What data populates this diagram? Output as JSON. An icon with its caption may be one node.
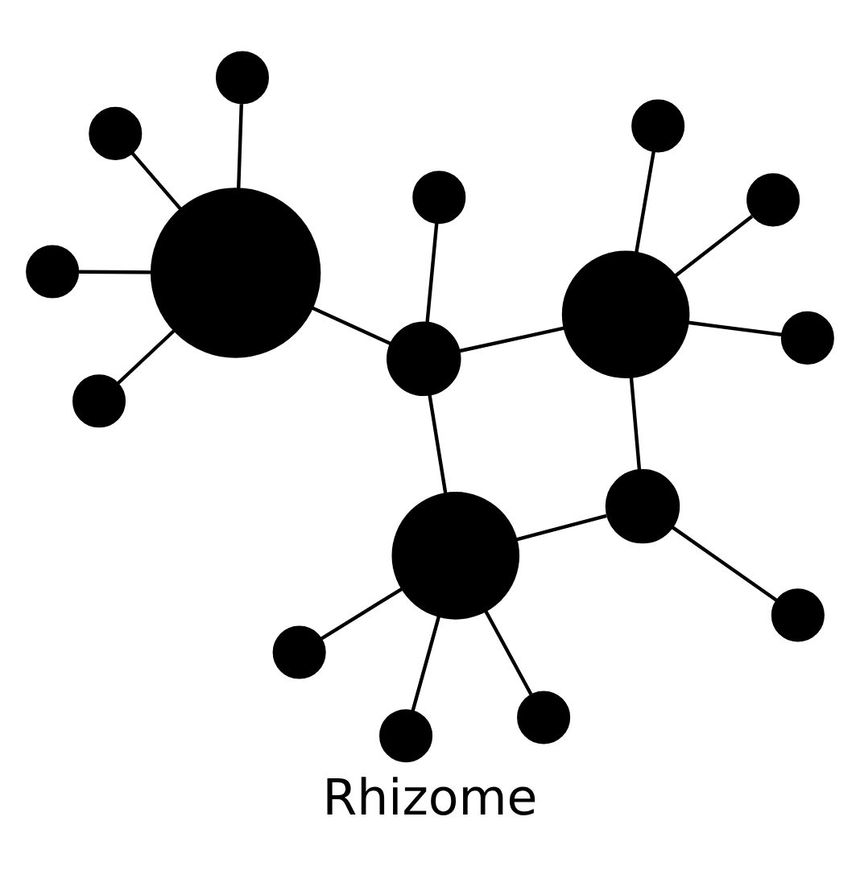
{
  "diagram": {
    "caption": "Rhizome",
    "nodes": [
      {
        "text": [],
        "shape": "circle"
      },
      {
        "text": [],
        "shape": "circle"
      },
      {
        "text": [],
        "shape": "circle"
      },
      {
        "text": [],
        "shape": "circle"
      },
      {
        "text": [],
        "shape": "circle"
      },
      {
        "text": [],
        "shape": "circle"
      },
      {
        "text": [],
        "shape": "circle"
      },
      {
        "text": [],
        "shape": "circle"
      },
      {
        "text": [],
        "shape": "circle"
      },
      {
        "text": [],
        "shape": "circle"
      },
      {
        "text": [],
        "shape": "circle"
      },
      {
        "text": [],
        "shape": "circle"
      },
      {
        "text": [],
        "shape": "circle"
      },
      {
        "text": [],
        "shape": "circle"
      },
      {
        "text": [],
        "shape": "circle"
      },
      {
        "text": [],
        "shape": "circle"
      },
      {
        "text": [],
        "shape": "circle"
      }
    ],
    "edges": [
      {
        "from": 4,
        "to": 0,
        "arrow": "none"
      },
      {
        "from": 4,
        "to": 1,
        "arrow": "none"
      },
      {
        "from": 4,
        "to": 2,
        "arrow": "none"
      },
      {
        "from": 4,
        "to": 3,
        "arrow": "none"
      },
      {
        "from": 4,
        "to": 6,
        "arrow": "none"
      },
      {
        "from": 6,
        "to": 5,
        "arrow": "none"
      },
      {
        "from": 6,
        "to": 10,
        "arrow": "none"
      },
      {
        "from": 6,
        "to": 11,
        "arrow": "none"
      },
      {
        "from": 10,
        "to": 7,
        "arrow": "none"
      },
      {
        "from": 10,
        "to": 12,
        "arrow": "none"
      },
      {
        "from": 10,
        "to": 14,
        "arrow": "none"
      },
      {
        "from": 10,
        "to": 16,
        "arrow": "none"
      },
      {
        "from": 12,
        "to": 11,
        "arrow": "none"
      },
      {
        "from": 12,
        "to": 15,
        "arrow": "none"
      },
      {
        "from": 11,
        "to": 8,
        "arrow": "none"
      },
      {
        "from": 11,
        "to": 9,
        "arrow": "none"
      },
      {
        "from": 11,
        "to": 13,
        "arrow": "none"
      }
    ]
  }
}
